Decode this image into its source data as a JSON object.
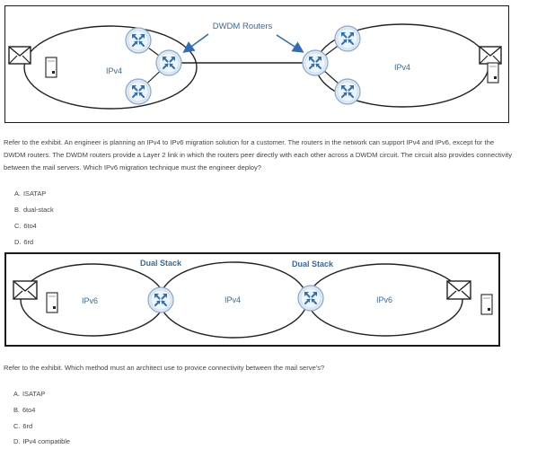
{
  "exhibit1": {
    "title": "DWDM Routers",
    "left_label": "IPv4",
    "right_label": "IPv4"
  },
  "question1": {
    "text": "Refer to the exhibit. An engineer is planning an IPv4 to IPv6 migration solution for a customer. The routers in the network can support IPv4 and IPv6, except for the DWDM routers. The DWDM routers provide a Layer 2 link in which the routers peer directly with each other across a DWDM circuit. The circuit also provides connectivity between the mail servers. Which IPv6 migration technique must the engineer deploy?",
    "options": [
      {
        "letter": "A.",
        "text": "ISATAP"
      },
      {
        "letter": "B.",
        "text": "dual-stack"
      },
      {
        "letter": "C.",
        "text": "6to4"
      },
      {
        "letter": "D.",
        "text": "6rd"
      }
    ]
  },
  "exhibit2": {
    "label_dual_left": "Dual Stack",
    "label_dual_right": "Dual Stack",
    "left_label": "IPv6",
    "middle_label": "IPv4",
    "right_label": "IPv6"
  },
  "question2": {
    "text": "Refer to the exhibit. Which method must an architect use to provice connectivity between the mail serve's?",
    "options": [
      {
        "letter": "A.",
        "text": "ISATAP"
      },
      {
        "letter": "B.",
        "text": "6to4"
      },
      {
        "letter": "C.",
        "text": "6rd"
      },
      {
        "letter": "D.",
        "text": "IPv4 compatible"
      }
    ]
  },
  "colors": {
    "router_fill": "#dde9f6",
    "router_stroke": "#8aa8c8",
    "router_arrow": "#2d6fb3",
    "label_blue": "#3a6aa0",
    "arrow_blue": "#2f6db5"
  }
}
